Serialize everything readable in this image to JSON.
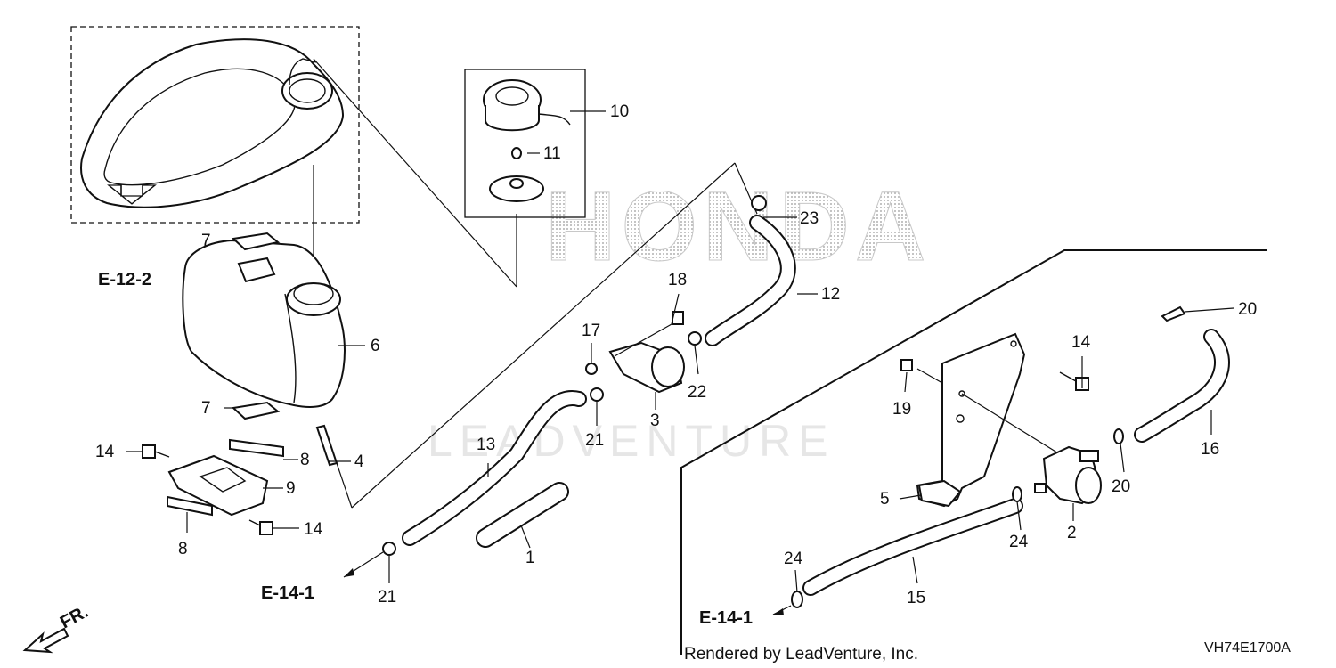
{
  "diagram": {
    "watermark_brand": "HONDA",
    "watermark_vendor": "LEADVENTURE",
    "footer_text": "Rendered by LeadVenture, Inc.",
    "diagram_code": "VH74E1700A",
    "front_marker": "FR.",
    "references": {
      "e12_2": "E-12-2",
      "e14_1_left": "E-14-1",
      "e14_1_right": "E-14-1"
    },
    "callouts": {
      "c1": "1",
      "c2": "2",
      "c3": "3",
      "c4": "4",
      "c5": "5",
      "c6": "6",
      "c7a": "7",
      "c7b": "7",
      "c8a": "8",
      "c8b": "8",
      "c9": "9",
      "c10": "10",
      "c11": "11",
      "c12": "12",
      "c13": "13",
      "c14a": "14",
      "c14b": "14",
      "c14c": "14",
      "c15": "15",
      "c16": "16",
      "c17": "17",
      "c18": "18",
      "c19": "19",
      "c20a": "20",
      "c20b": "20",
      "c21a": "21",
      "c21b": "21",
      "c22": "22",
      "c23": "23",
      "c24a": "24",
      "c24b": "24"
    }
  }
}
